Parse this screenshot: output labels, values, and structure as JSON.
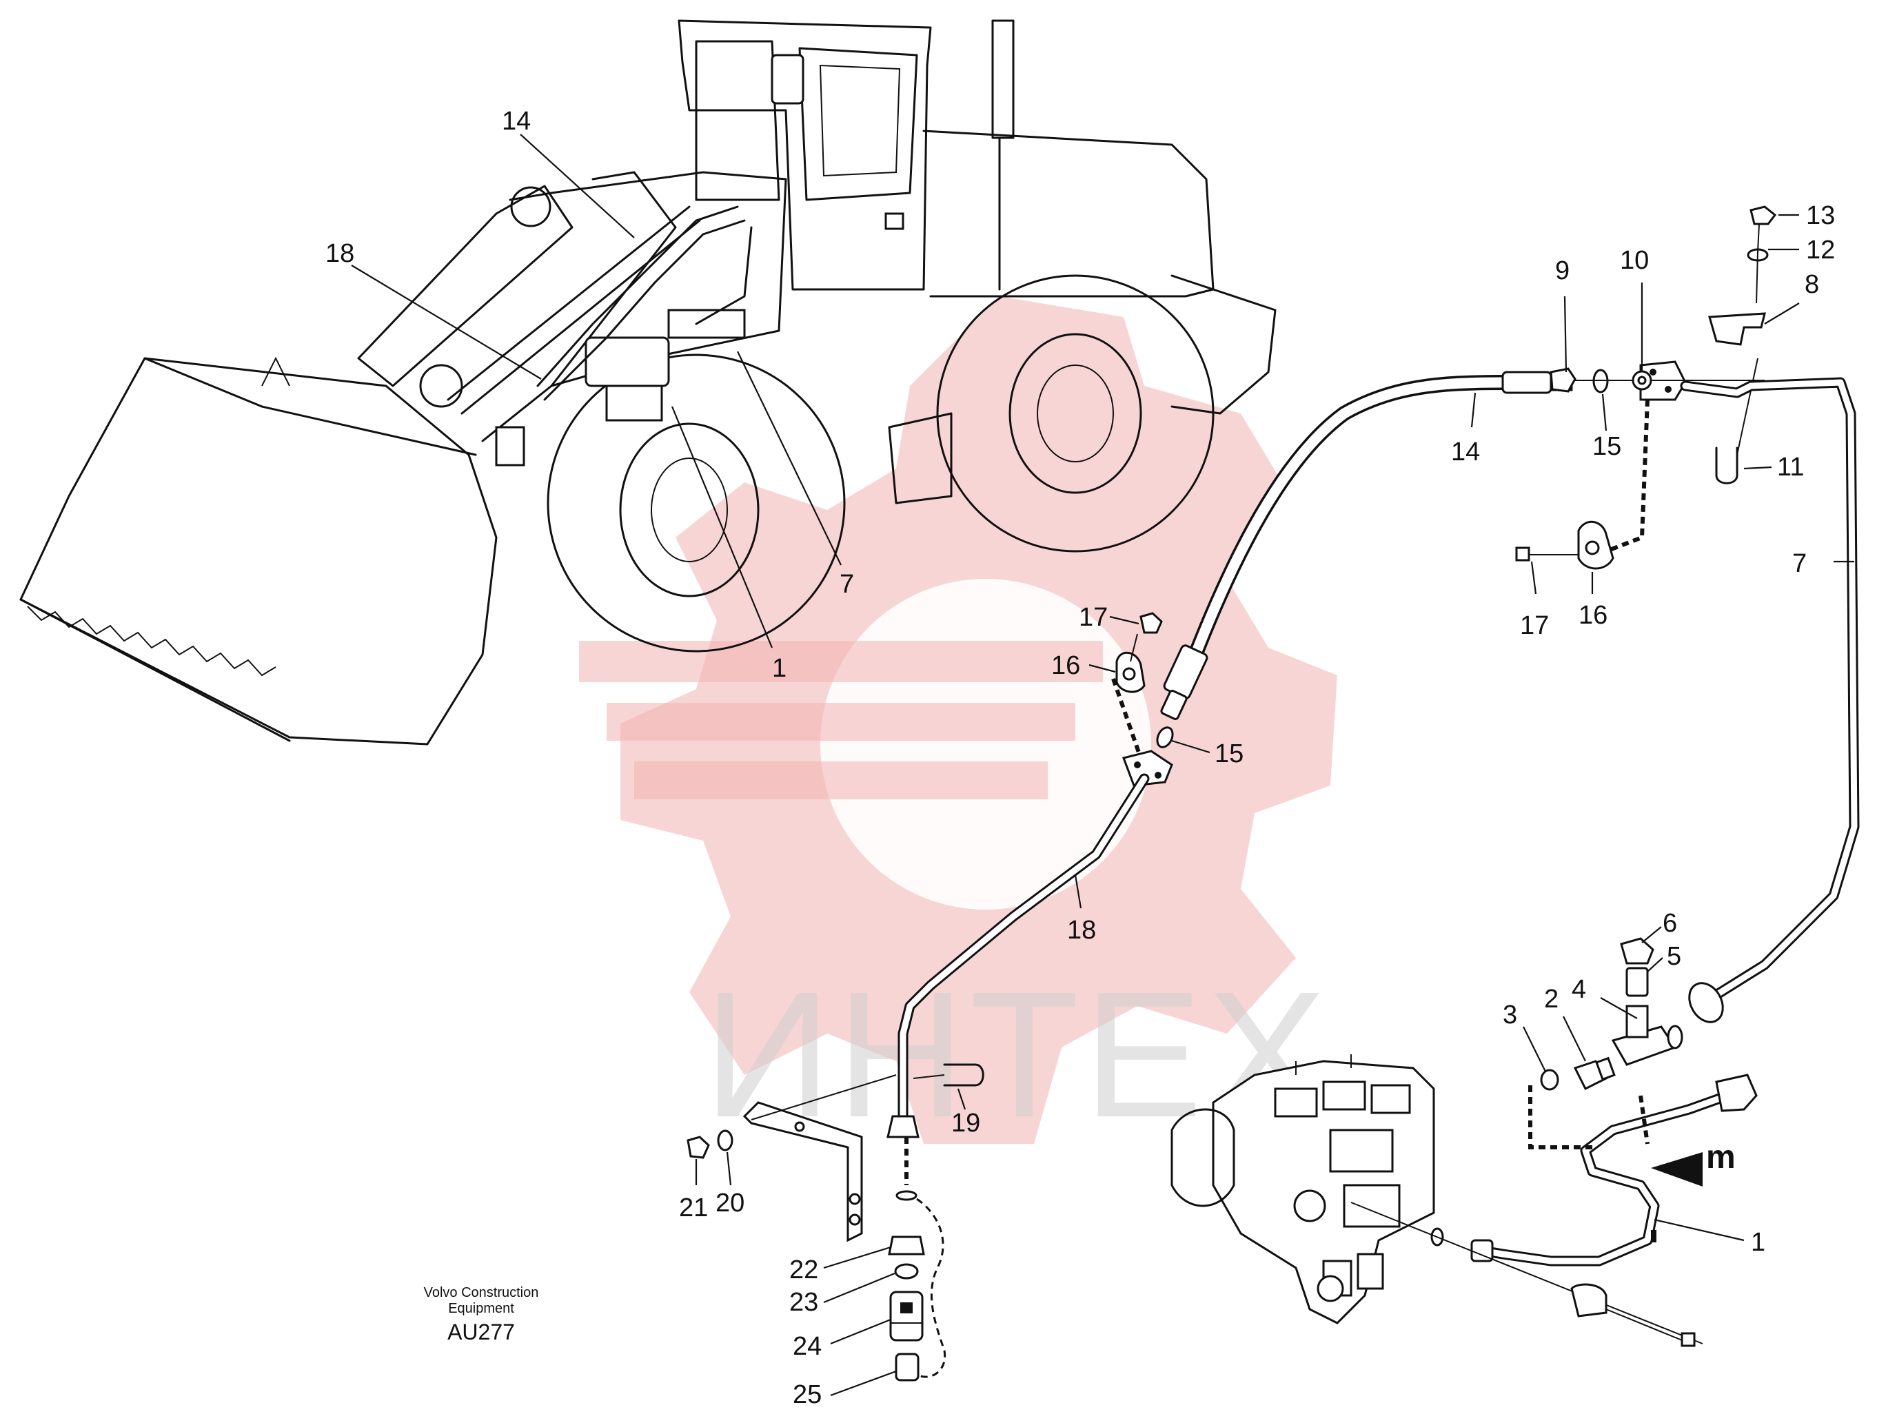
{
  "watermark": {
    "text": "ИНТЕХ",
    "gear_color": "#f3b3b3",
    "text_color": "#cfcfcf"
  },
  "footer": {
    "line1": "Volvo Construction",
    "line2": "Equipment",
    "code": "AU277"
  },
  "callouts": {
    "loader": [
      "14",
      "18",
      "7",
      "1"
    ],
    "top_right": [
      "13",
      "12",
      "8",
      "9",
      "10",
      "11",
      "14",
      "15",
      "16",
      "17",
      "7"
    ],
    "middle": [
      "17",
      "16",
      "15",
      "18",
      "19"
    ],
    "bottom_left": [
      "21",
      "20",
      "22",
      "23",
      "24",
      "25"
    ],
    "bottom_right": [
      "6",
      "5",
      "4",
      "3",
      "2",
      "m",
      "1"
    ]
  }
}
